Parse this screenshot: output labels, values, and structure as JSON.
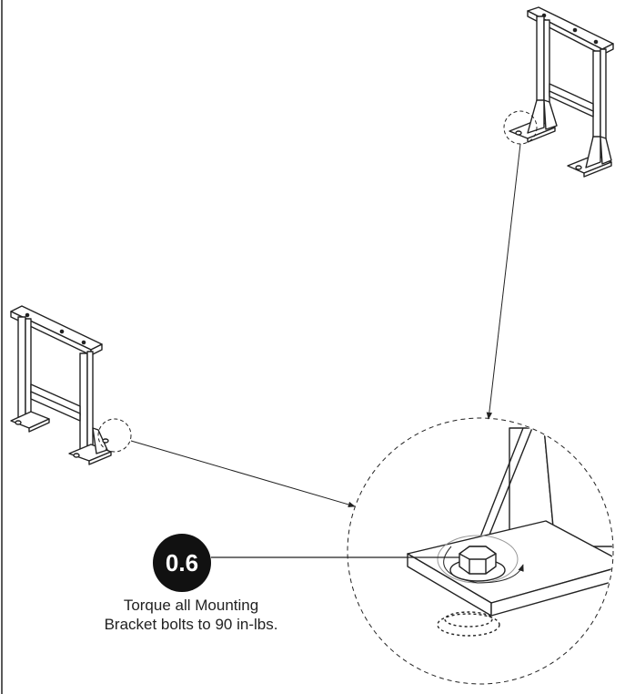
{
  "step": {
    "number": "0.6",
    "instruction_line1": "Torque all Mounting",
    "instruction_line2": "Bracket bolts to 90 in-lbs."
  },
  "colors": {
    "line": "#222222",
    "badge_fill": "#111111",
    "badge_text": "#ffffff"
  },
  "icons": {
    "left_stand": "mounting-bracket-stand",
    "right_stand": "mounting-bracket-stand",
    "detail": "bolt-closeup"
  }
}
